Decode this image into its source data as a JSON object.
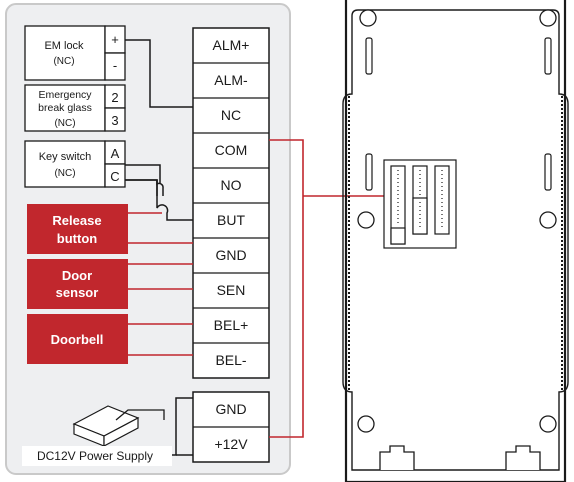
{
  "terminals": [
    "ALM+",
    "ALM-",
    "NC",
    "COM",
    "NO",
    "BUT",
    "GND",
    "SEN",
    "BEL+",
    "BEL-"
  ],
  "power_terminals": [
    "GND",
    "+12V"
  ],
  "devices": {
    "em_lock": {
      "line1": "EM lock",
      "line2": "(NC)",
      "pins": [
        "+",
        "-"
      ]
    },
    "break_glass": {
      "line1": "Emergency",
      "line2": "break glass",
      "line3": "(NC)",
      "pins": [
        "2",
        "3"
      ]
    },
    "key_switch": {
      "line1": "Key switch",
      "line2": "(NC)",
      "pins": [
        "A",
        "C"
      ]
    },
    "release_button": {
      "line1": "Release",
      "line2": "button"
    },
    "door_sensor": {
      "line1": "Door",
      "line2": "sensor"
    },
    "doorbell": {
      "line1": "Doorbell"
    }
  },
  "power_supply_label": "DC12V Power Supply",
  "colors": {
    "accent_red": "#c1272d",
    "panel_bg": "#eeeff1",
    "panel_border": "#c9c9c9",
    "line": "#1a1a1a"
  }
}
